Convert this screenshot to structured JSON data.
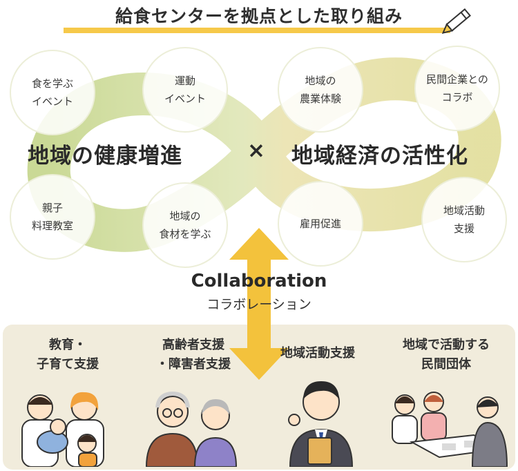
{
  "title": "給食センターを拠点とした取り組み",
  "left_heading": "地域の健康増進",
  "cross": "×",
  "right_heading": "地域経済の活性化",
  "bubbles": {
    "b1": "食を学ぶ\nイベント",
    "b2": "運動\nイベント",
    "b3": "親子\n料理教室",
    "b4": "地域の\n食材を学ぶ",
    "b5": "地域の\n農業体験",
    "b6": "民間企業との\nコラボ",
    "b7": "雇用促進",
    "b8": "地域活動\n支援"
  },
  "collab": {
    "en": "Collaboration",
    "ja": "コラボレーション"
  },
  "groups": {
    "g1": "教育・\n子育て支援",
    "g2": "高齢者支援\n・障害者支援",
    "g3": "地域活動支援",
    "g4": "地域で活動する\n民間団体"
  },
  "colors": {
    "loop": "#c8d78c",
    "arrow": "#f3c23c",
    "underline": "#f6c94a",
    "panel": "#f1ecdc"
  }
}
